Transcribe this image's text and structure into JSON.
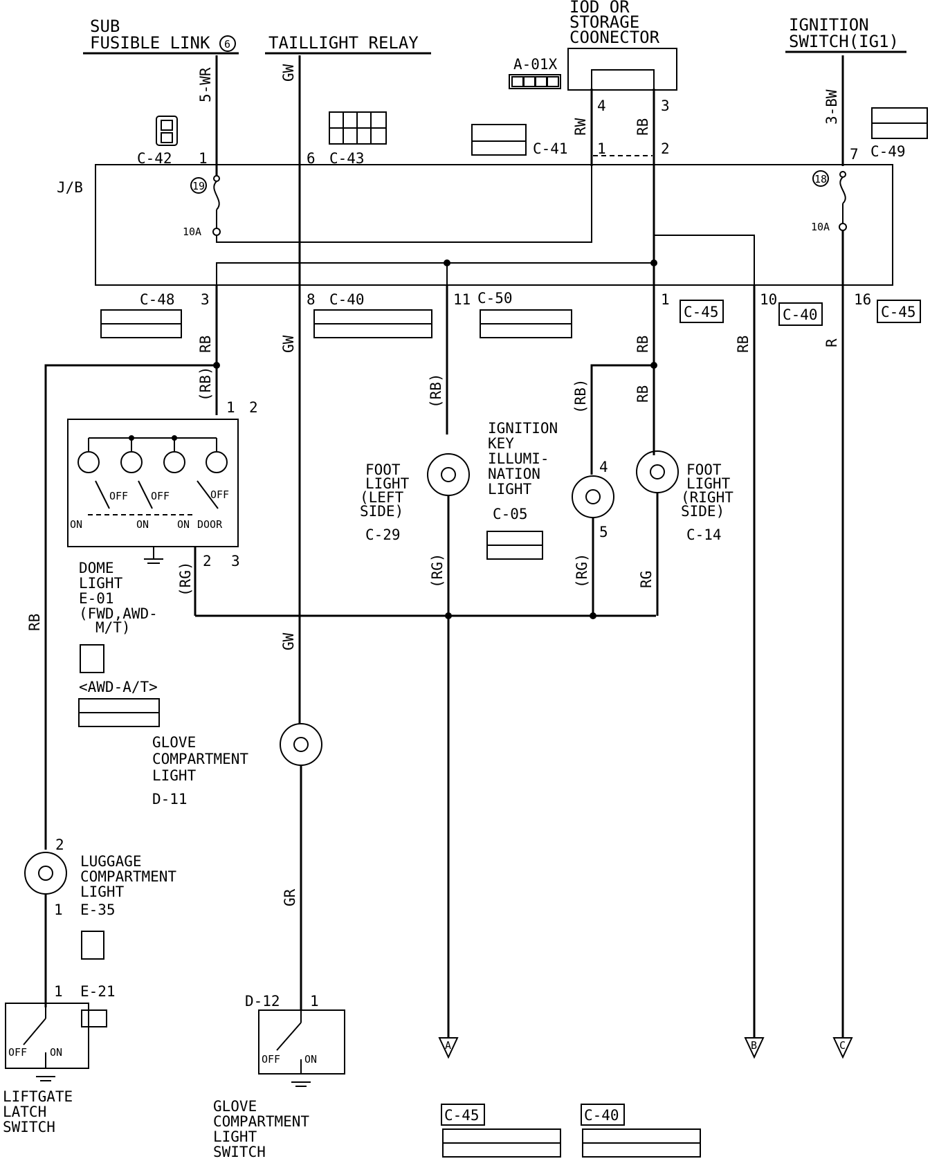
{
  "sources": {
    "sub_fusible_link": [
      "SUB",
      "FUSIBLE LINK"
    ],
    "sub_fusible_link_num": "6",
    "taillight_relay": "TAILLIGHT RELAY",
    "iod": [
      "IOD OR",
      "STORAGE",
      "COONECTOR"
    ],
    "ignition_switch": [
      "IGNITION",
      "SWITCH(IG1)"
    ]
  },
  "wires": {
    "w5wr": "5-WR",
    "gw": "GW",
    "rw": "RW",
    "rb": "RB",
    "bw3": "3-BW",
    "rb_p": "(RB)",
    "rg_p": "(RG)",
    "rg": "RG",
    "r": "R",
    "gr": "GR"
  },
  "connectors": {
    "a01x": "A-01X",
    "c42": "C-42",
    "c43": "C-43",
    "c41": "C-41",
    "c49": "C-49",
    "c48": "C-48",
    "c40": "C-40",
    "c50": "C-50",
    "c45": "C-45",
    "c05": "C-05",
    "c29": "C-29",
    "c14": "C-14",
    "e35": "E-35",
    "e21": "E-21",
    "d12": "D-12",
    "d11": "D-11",
    "jb": "J/B",
    "awd_at": "<AWD-A/T>"
  },
  "pins": {
    "p1": "1",
    "p2": "2",
    "p3": "3",
    "p4": "4",
    "p5": "5",
    "p6": "6",
    "p7": "7",
    "p8": "8",
    "p10": "10",
    "p11": "11",
    "p16": "16",
    "star": "*",
    "on": "ON",
    "off": "OFF",
    "door": "DOOR"
  },
  "fuses": {
    "f19": "19",
    "f18": "18",
    "amp": "10A"
  },
  "components": {
    "dome_light": [
      "DOME",
      "LIGHT",
      "E-01",
      "(FWD,AWD-",
      "M/T)"
    ],
    "foot_left": [
      "FOOT",
      "LIGHT",
      "(LEFT",
      "SIDE)"
    ],
    "ign_key": [
      "IGNITION",
      "KEY",
      "ILLUMI-",
      "NATION",
      "LIGHT"
    ],
    "foot_right": [
      "FOOT",
      "LIGHT",
      "(RIGHT",
      "SIDE)"
    ],
    "glove_light": [
      "GLOVE",
      "COMPARTMENT",
      "LIGHT"
    ],
    "luggage": [
      "LUGGAGE",
      "COMPARTMENT",
      "LIGHT"
    ],
    "liftgate": [
      "LIFTGATE",
      "LATCH",
      "SWITCH"
    ],
    "glove_switch": [
      "GLOVE",
      "COMPARTMENT",
      "LIGHT",
      "SWITCH"
    ]
  },
  "terminals": {
    "a": "A",
    "b": "B",
    "c": "C"
  }
}
